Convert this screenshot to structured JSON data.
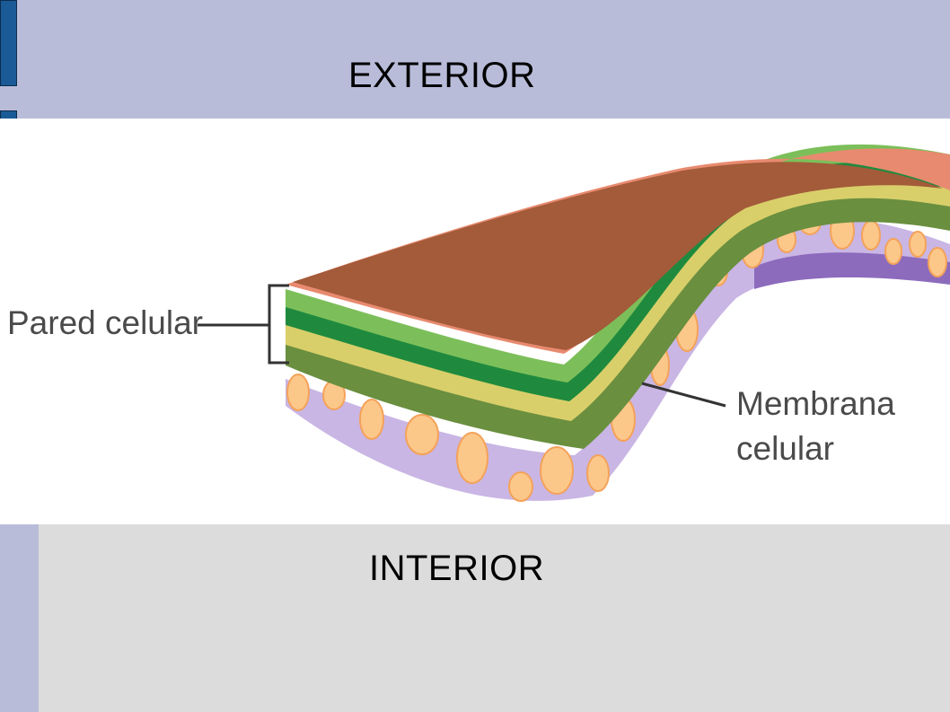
{
  "regions": {
    "exterior": "EXTERIOR",
    "interior": "INTERIOR"
  },
  "diagram": {
    "labels": {
      "cell_wall": "Pared celular",
      "membrane_line1": "Membrana",
      "membrane_line2": "celular"
    }
  },
  "colors": {
    "band": "#b9bcd9",
    "accent": "#1a5a96",
    "wall_top": "#a35b3a",
    "wall_edge": "#e88a6f",
    "layer_green_light": "#7cbf5a",
    "layer_green_dark": "#1f8a3e",
    "layer_yellow": "#d9cf6a",
    "layer_olive": "#6a8f3f",
    "membrane": "#c9b6e4",
    "protein": "#fcc88a"
  }
}
